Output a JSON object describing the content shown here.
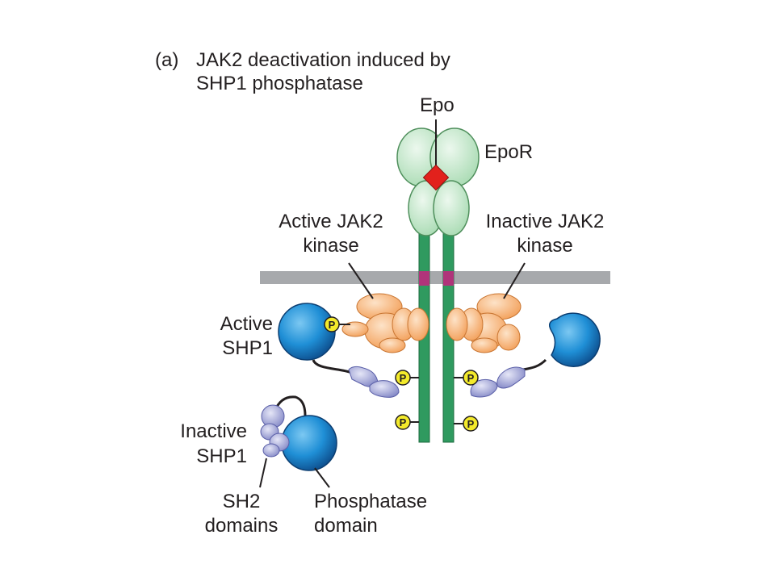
{
  "title": {
    "panel": "(a)",
    "line1": "JAK2 deactivation induced by",
    "line2": "SHP1 phosphatase"
  },
  "labels": {
    "epo": "Epo",
    "epor": "EpoR",
    "active_jak2_line1": "Active JAK2",
    "active_jak2_line2": "kinase",
    "inactive_jak2_line1": "Inactive JAK2",
    "inactive_jak2_line2": "kinase",
    "active_shp1_line1": "Active",
    "active_shp1_line2": "SHP1",
    "inactive_shp1_line1": "Inactive",
    "inactive_shp1_line2": "SHP1",
    "sh2_line1": "SH2",
    "sh2_line2": "domains",
    "phosphatase_line1": "Phosphatase",
    "phosphatase_line2": "domain"
  },
  "phospho": "P",
  "colors": {
    "receptor_green": "#2f9a5f",
    "epo_red": "#e2211c",
    "jak2_orange": "#f7b27a",
    "shp1_blue": "#1f8fd6",
    "sh2_purple": "#9b9fd4",
    "membrane_gray": "#a7a9ac",
    "phospho_yellow": "#f3ea2b",
    "tm_magenta": "#b0347a"
  }
}
